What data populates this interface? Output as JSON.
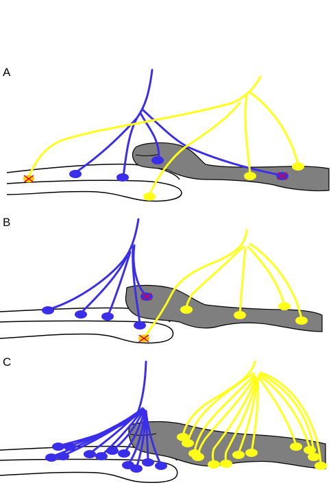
{
  "figure": {
    "panels": [
      {
        "id": "A",
        "label": "A"
      },
      {
        "id": "B",
        "label": "B"
      },
      {
        "id": "C",
        "label": "C"
      }
    ],
    "colors": {
      "blue": "#3b2ee8",
      "yellow": "#ffff1a",
      "gray": "#7f7f7f",
      "outline": "#000000",
      "marker_fill": "#ffcc00",
      "marker_x": "#e0002a"
    }
  }
}
